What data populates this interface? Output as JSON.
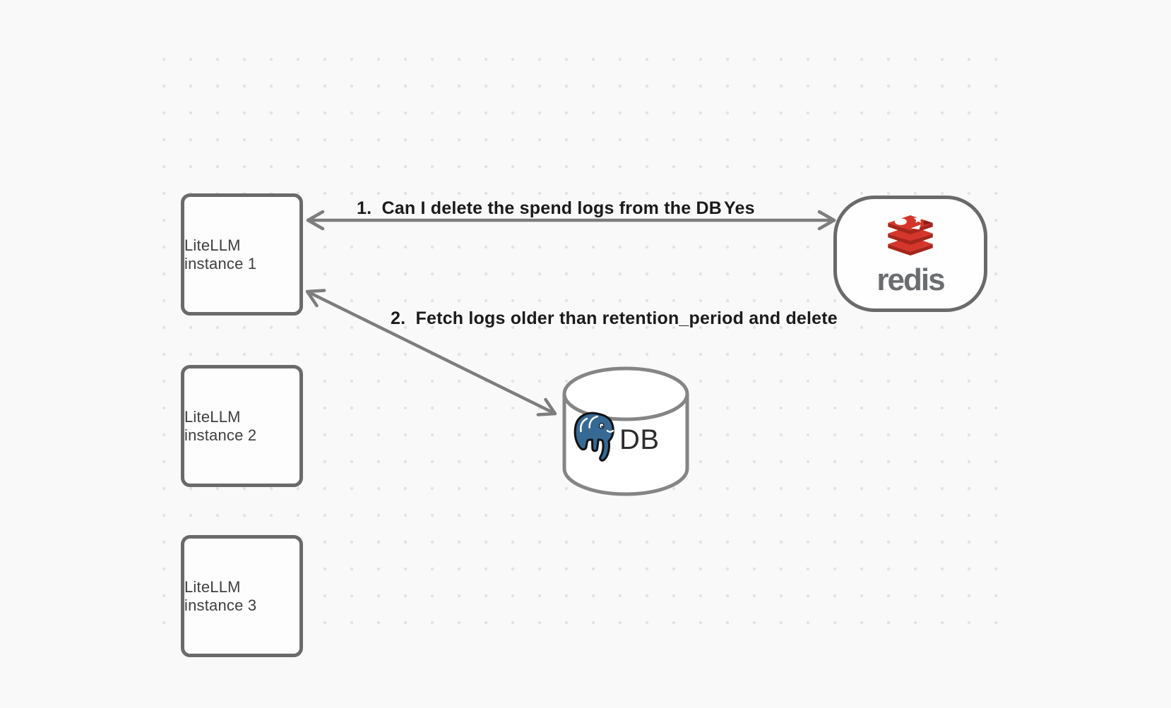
{
  "canvas": {
    "background_color": "#f9f9f9",
    "dot_color": "#e3e3e3",
    "stroke_gray": "#7d7d7d"
  },
  "nodes": {
    "instances": [
      {
        "label": "LiteLLM instance 1"
      },
      {
        "label": "LiteLLM instance 2"
      },
      {
        "label": "LiteLLM instance 3"
      }
    ],
    "redis": {
      "wordmark": "redis",
      "brand_red": "#d5362b",
      "brand_red_dark": "#a6261c",
      "wordmark_color": "#6a6d70"
    },
    "database": {
      "label": "DB",
      "icon": "postgresql-elephant",
      "postgres_blue": "#366994"
    }
  },
  "arrows": [
    {
      "label": "1.  Can I delete the spend logs from the DB",
      "response": "Yes",
      "from": "LiteLLM instance 1",
      "to": "redis"
    },
    {
      "label": "2.  Fetch logs older than retention_period and delete",
      "from": "LiteLLM instance 1",
      "to": "DB"
    }
  ]
}
